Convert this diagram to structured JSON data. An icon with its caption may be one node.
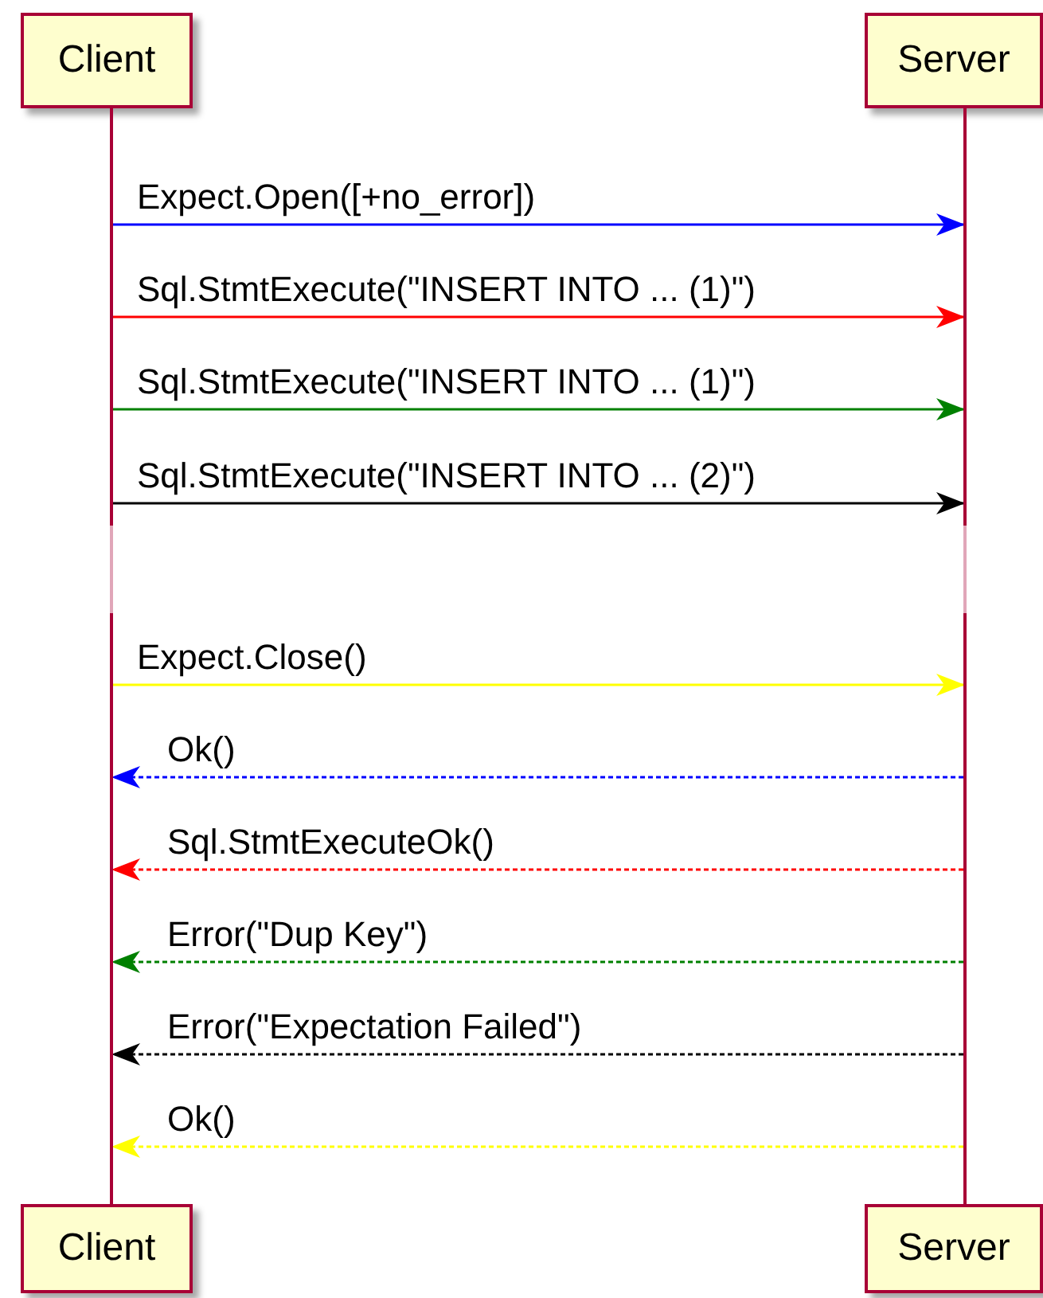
{
  "diagram": {
    "nodes": [
      {
        "text": [
          "Client"
        ]
      },
      {
        "text": [
          "Server"
        ]
      },
      {
        "text": [],
        "shape": "bar"
      },
      {
        "text": [],
        "shape": "bar"
      },
      {
        "text": [
          "Client"
        ]
      },
      {
        "text": [
          "Server"
        ]
      }
    ],
    "edges": [
      {
        "from": 2,
        "to": 3,
        "arrow": "to",
        "label": "Expect.Open([+no_error])",
        "color": "#0000ff"
      },
      {
        "from": 2,
        "to": 3,
        "arrow": "to",
        "label": "Sql.StmtExecute(\"INSERT INTO ... (1)\")",
        "color": "#ff0000"
      },
      {
        "from": 2,
        "to": 3,
        "arrow": "to",
        "label": "Sql.StmtExecute(\"INSERT INTO ... (1)\")",
        "color": "#008000"
      },
      {
        "from": 2,
        "to": 3,
        "arrow": "to",
        "label": "Sql.StmtExecute(\"INSERT INTO ... (2)\")",
        "color": "#000000"
      },
      {
        "from": 2,
        "to": 3,
        "arrow": "to",
        "label": "Expect.Close()",
        "color": "#ffff00"
      },
      {
        "from": 3,
        "to": 2,
        "arrow": "to",
        "label": "Ok()",
        "style": "dashed",
        "color": "#0000ff"
      },
      {
        "from": 3,
        "to": 2,
        "arrow": "to",
        "label": "Sql.StmtExecuteOk()",
        "style": "dashed",
        "color": "#ff0000"
      },
      {
        "from": 3,
        "to": 2,
        "arrow": "to",
        "label": "Error(\"Dup Key\")",
        "style": "dashed",
        "color": "#008000"
      },
      {
        "from": 3,
        "to": 2,
        "arrow": "to",
        "label": "Error(\"Expectation Failed\")",
        "style": "dashed",
        "color": "#000000"
      },
      {
        "from": 3,
        "to": 2,
        "arrow": "to",
        "label": "Ok()",
        "style": "dashed",
        "color": "#ffff00"
      }
    ]
  }
}
